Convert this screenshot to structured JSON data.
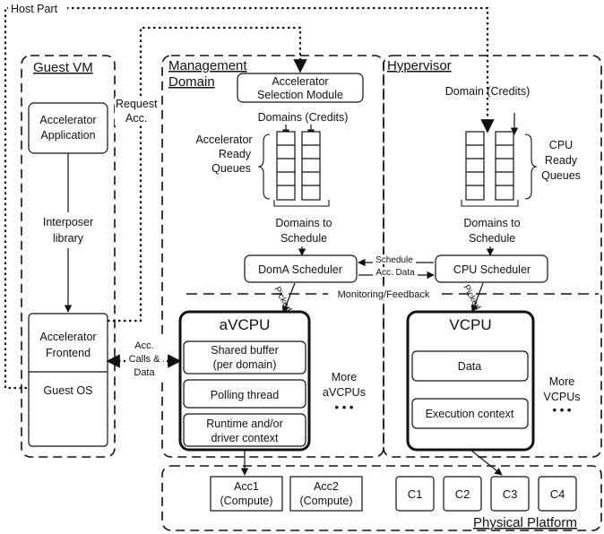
{
  "host_part": "Host Part",
  "regions": {
    "guest_vm": "Guest VM",
    "management_domain": [
      "Management",
      "Domain"
    ],
    "hypervisor": "Hypervisor",
    "physical_platform": "Physical Platform"
  },
  "guest": {
    "accelerator_application": [
      "Accelerator",
      "Application"
    ],
    "interposer_library": [
      "Interposer",
      "library"
    ],
    "accelerator_frontend": [
      "Accelerator",
      "Frontend"
    ],
    "guest_os": "Guest OS",
    "request_acc": [
      "Request",
      "Acc."
    ],
    "acc_calls_data": [
      "Acc.",
      "Calls &",
      "Data"
    ]
  },
  "management": {
    "selection_module": [
      "Accelerator",
      "Selection Module"
    ],
    "domains_credits": "Domains (Credits)",
    "ready_queues": [
      "Accelerator",
      "Ready",
      "Queues"
    ],
    "domains_to_schedule": [
      "Domains to",
      "Schedule"
    ],
    "doma_scheduler": "DomA Scheduler",
    "picked": "Picked",
    "avcpu": {
      "title": "aVCPU",
      "items": [
        [
          "Shared buffer",
          "(per domain)"
        ],
        [
          "Polling thread"
        ],
        [
          "Runtime and/or",
          "driver context"
        ]
      ]
    },
    "more_avcpus": [
      "More",
      "aVCPUs"
    ],
    "ellipsis": "• • •"
  },
  "hypervisor": {
    "domain_credits": "Domain (Credits)",
    "ready_queues": [
      "CPU",
      "Ready",
      "Queues"
    ],
    "domains_to_schedule": [
      "Domains to",
      "Schedule"
    ],
    "cpu_scheduler": "CPU Scheduler",
    "picked": "Picked",
    "vcpu": {
      "title": "VCPU",
      "items": [
        [
          "Data"
        ],
        [
          "Execution context"
        ]
      ]
    },
    "more_vcpus": [
      "More",
      "VCPUs"
    ],
    "ellipsis": "• • •"
  },
  "links": {
    "schedule": "Schedule",
    "acc_data": "Acc. Data",
    "monitoring_feedback": "Monitoring/Feedback"
  },
  "physical": {
    "accelerators": [
      [
        "Acc1",
        "(Compute)"
      ],
      [
        "Acc2",
        "(Compute)"
      ]
    ],
    "cores": [
      "C1",
      "C2",
      "C3",
      "C4"
    ]
  }
}
